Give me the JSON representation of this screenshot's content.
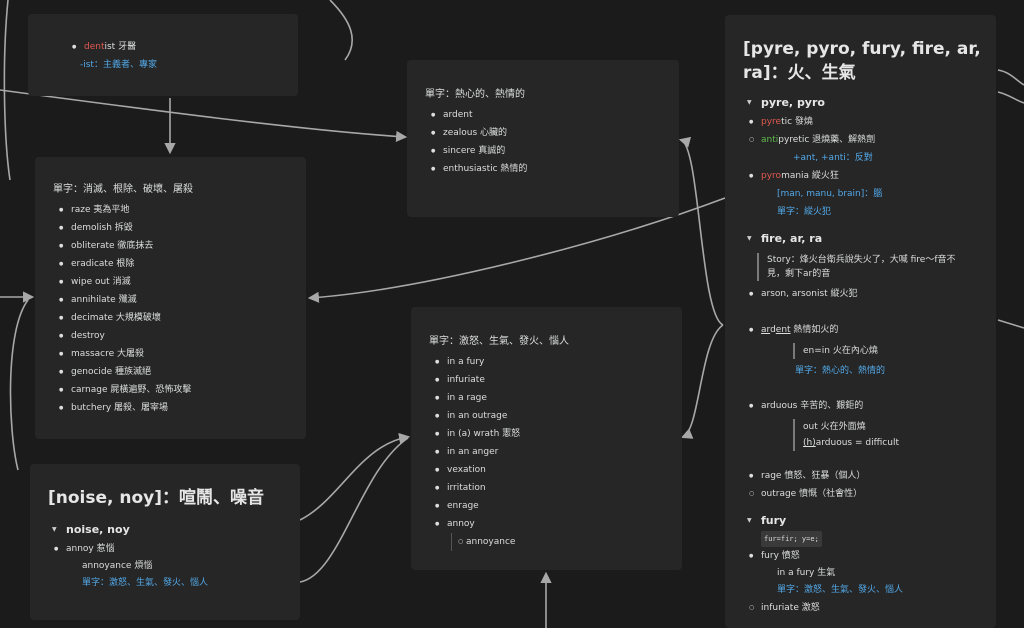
{
  "card_dentist": {
    "item_red": "dent",
    "item_rest": "ist 牙醫",
    "sub": "-ist：主義者、專家"
  },
  "card_enthusiasm": {
    "heading": "單字：熱心的、熱情的",
    "items": [
      "ardent",
      "zealous 心臟的",
      "sincere 真誠的",
      "enthusiastic 熱情的"
    ]
  },
  "card_destroy": {
    "heading": "單字：消滅、根除、破壞、屠殺",
    "items": [
      "raze 夷為平地",
      "demolish 拆毀",
      "obliterate 徹底抹去",
      "eradicate 根除",
      "wipe out 消滅",
      "annihilate 殲滅",
      "decimate 大規模破壞",
      "destroy",
      "massacre 大屠殺",
      "genocide 種族滅絕",
      "carnage 屍橫遍野、恐怖攻擊",
      "butchery 屠殺、屠宰場"
    ]
  },
  "card_anger": {
    "heading": "單字：激怒、生氣、發火、惱人",
    "items": [
      "in a fury",
      "infuriate",
      "in a rage",
      "in an outrage",
      "in (a) wrath 憲怒",
      "in an anger",
      "vexation",
      "irritation",
      "enrage",
      "annoy"
    ],
    "sub_item": "annoyance"
  },
  "card_noise": {
    "title": "[noise, noy]：喧鬧、噪音",
    "section": "noise, noy",
    "item": "annoy 惹惱",
    "line2": "annoyance 煩惱",
    "line3": "單字：激怒、生氣、發火、惱人"
  },
  "card_fire": {
    "title": "[pyre, pyro, fury, fire, ar, ra]：火、生氣",
    "sec1": "pyre, pyro",
    "pyretic_red": "pyre",
    "pyretic_rest": "tic 發燒",
    "anti_green": "anti",
    "anti_rest": "pyretic 退燒藥、解熱劑",
    "anti_note": "+ant, +anti：反對",
    "pyro_red": "pyro",
    "pyro_rest": "mania 縱火狂",
    "mania_note": "[man, manu, brain]：腦",
    "pyro_word": "單字：縱火犯",
    "sec2": "fire, ar, ra",
    "story": "Story：烽火台衛兵說失火了，大喊 fire〜f音不見，剩下ar的音",
    "arson": "arson, arsonist 縱火犯",
    "ardent_u": "ar",
    "ardent_mid": "d",
    "ardent_u2": "ent",
    "ardent_rest": " 熱情如火的",
    "ardent_q": "en=in 火在內心燒",
    "ardent_word": "單字：熱心的、熱情的",
    "arduous": "arduous 辛苦的、艱鉅的",
    "arduous_q1": "out 火在外面燒",
    "arduous_q2_u": "(h)",
    "arduous_q2_rest": "arduous = difficult",
    "rage": "rage 憤怒、狂暴（個人）",
    "outrage": "outrage 憤慨（社會性）",
    "sec3": "fury",
    "fury_code": "fur=fir; y=e;",
    "fury_item": "fury 憤怒",
    "fury_line": "in a fury 生氣",
    "fury_word": "單字：激怒、生氣、發火、惱人",
    "infuriate": "infuriate 激怒"
  }
}
